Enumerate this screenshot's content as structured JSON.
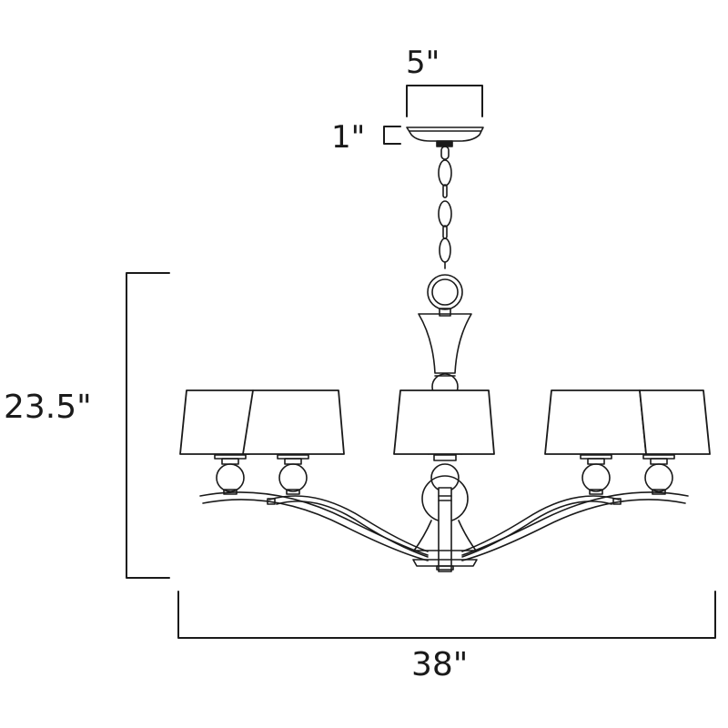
{
  "diagram": {
    "subject": "5-light chandelier with drum shades",
    "style": "line drawing",
    "stroke_color": "#1a1a1a",
    "background_color": "#ffffff",
    "shade_count": 5,
    "dimensions": {
      "canopy_width": "5\"",
      "canopy_height": "1\"",
      "overall_height": "23.5\"",
      "overall_width": "38\""
    }
  }
}
